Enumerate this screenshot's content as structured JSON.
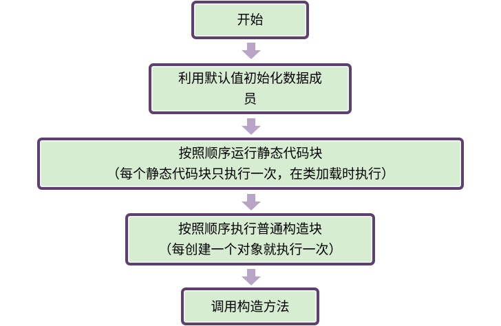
{
  "steps": [
    {
      "lines": [
        "开始"
      ]
    },
    {
      "lines": [
        "利用默认值初始化数据成",
        "员"
      ]
    },
    {
      "lines": [
        "按照顺序运行静态代码块",
        "（每个静态代码块只执行一次，在类加载时执行）"
      ]
    },
    {
      "lines": [
        "按照顺序执行普通构造块",
        "（每创建一个对象就执行一次）"
      ]
    },
    {
      "lines": [
        "调用构造方法"
      ]
    }
  ],
  "colors": {
    "box_fill": "#d6edd2",
    "box_border": "#5e3f6f",
    "arrow": "#b7a4c6"
  }
}
